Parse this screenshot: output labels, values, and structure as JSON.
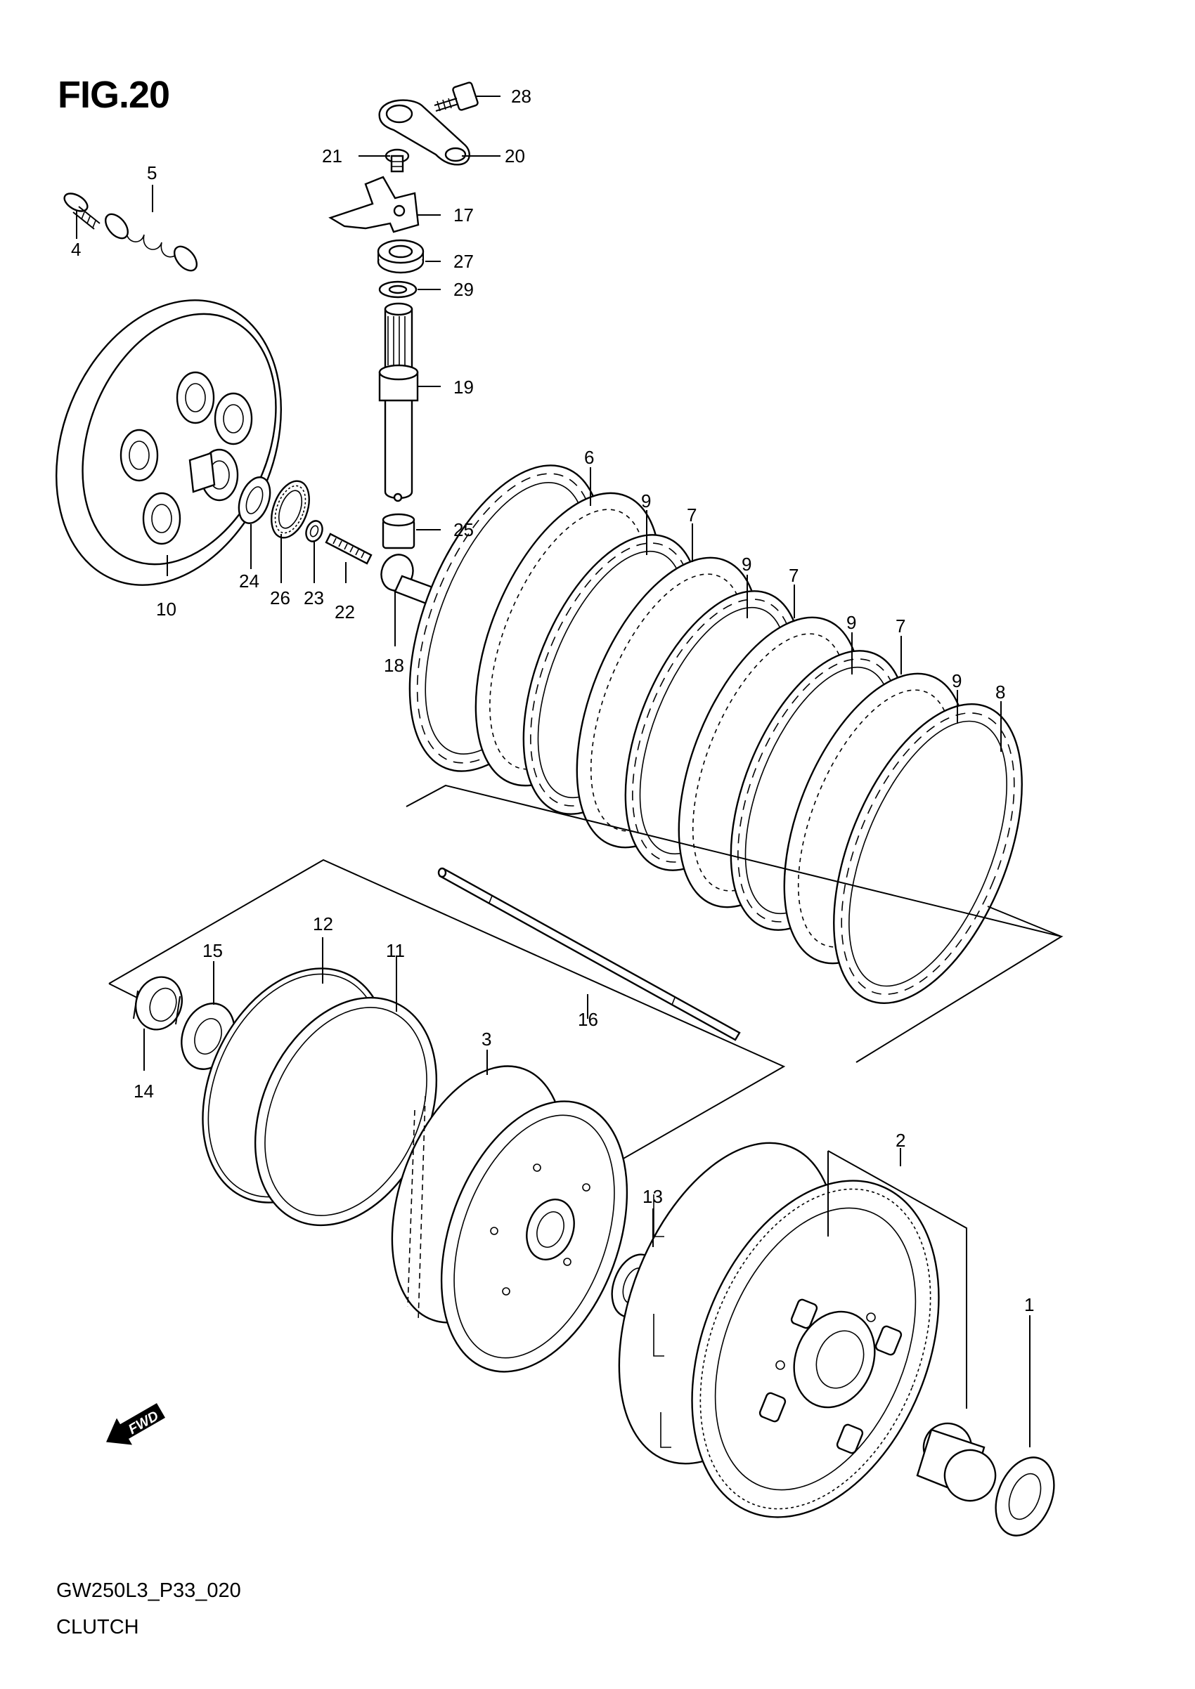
{
  "figure": {
    "title": "FIG.20",
    "code": "GW250L3_P33_020",
    "caption": "CLUTCH"
  },
  "fwd_badge": "FWD",
  "callouts": [
    {
      "id": "1",
      "label": "1"
    },
    {
      "id": "2",
      "label": "2"
    },
    {
      "id": "3",
      "label": "3"
    },
    {
      "id": "4",
      "label": "4"
    },
    {
      "id": "5",
      "label": "5"
    },
    {
      "id": "6",
      "label": "6"
    },
    {
      "id": "7a",
      "label": "7"
    },
    {
      "id": "7b",
      "label": "7"
    },
    {
      "id": "7c",
      "label": "7"
    },
    {
      "id": "8",
      "label": "8"
    },
    {
      "id": "9a",
      "label": "9"
    },
    {
      "id": "9b",
      "label": "9"
    },
    {
      "id": "9c",
      "label": "9"
    },
    {
      "id": "9d",
      "label": "9"
    },
    {
      "id": "10",
      "label": "10"
    },
    {
      "id": "11",
      "label": "11"
    },
    {
      "id": "12",
      "label": "12"
    },
    {
      "id": "13",
      "label": "13"
    },
    {
      "id": "14",
      "label": "14"
    },
    {
      "id": "15",
      "label": "15"
    },
    {
      "id": "16",
      "label": "16"
    },
    {
      "id": "17",
      "label": "17"
    },
    {
      "id": "18",
      "label": "18"
    },
    {
      "id": "19",
      "label": "19"
    },
    {
      "id": "20",
      "label": "20"
    },
    {
      "id": "21",
      "label": "21"
    },
    {
      "id": "22",
      "label": "22"
    },
    {
      "id": "23",
      "label": "23"
    },
    {
      "id": "24",
      "label": "24"
    },
    {
      "id": "25",
      "label": "25"
    },
    {
      "id": "26",
      "label": "26"
    },
    {
      "id": "27",
      "label": "27"
    },
    {
      "id": "28",
      "label": "28"
    },
    {
      "id": "29",
      "label": "29"
    }
  ]
}
